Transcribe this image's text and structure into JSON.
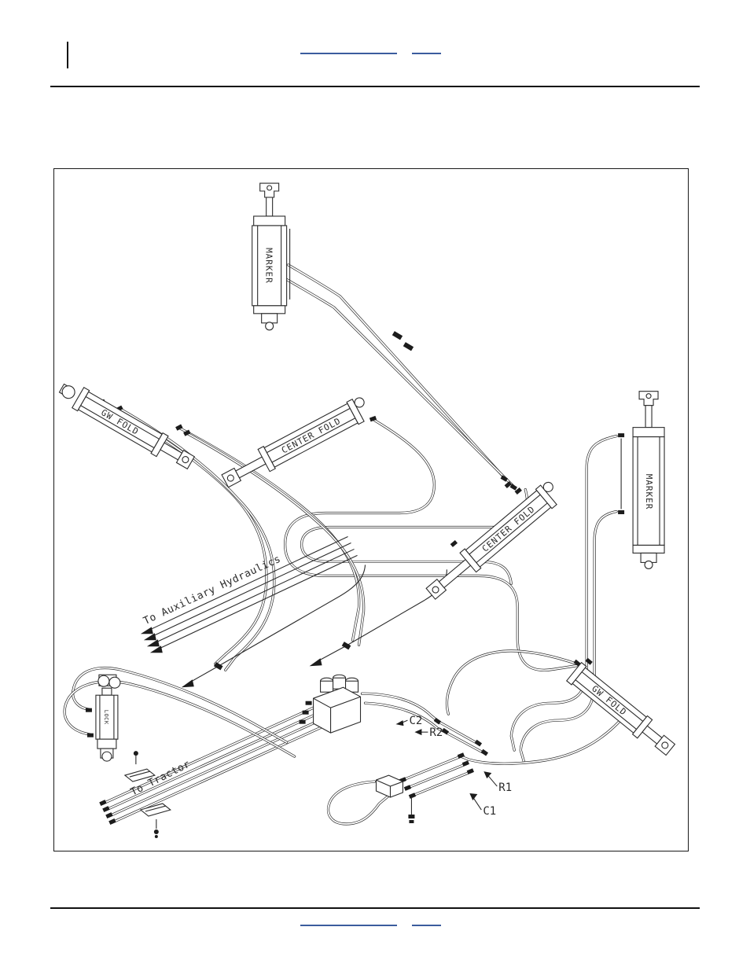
{
  "diagram": {
    "cylinder_labels": {
      "marker_top": "MARKER",
      "gw_fold_left": "GW FOLD",
      "center_fold_upper": "CENTER FOLD",
      "marker_right": "MARKER",
      "center_fold_middle": "CENTER FOLD",
      "gw_fold_right": "GW FOLD",
      "lock": "LOCK"
    },
    "annotations": {
      "aux": "To Auxiliary Hydraulics",
      "tractor": "To Tractor",
      "c2": "C2",
      "r2": "R2",
      "r1": "R1",
      "c1": "C1"
    }
  },
  "colors": {
    "link_underline": "#3b5c9e",
    "line": "#2b2b2b"
  }
}
